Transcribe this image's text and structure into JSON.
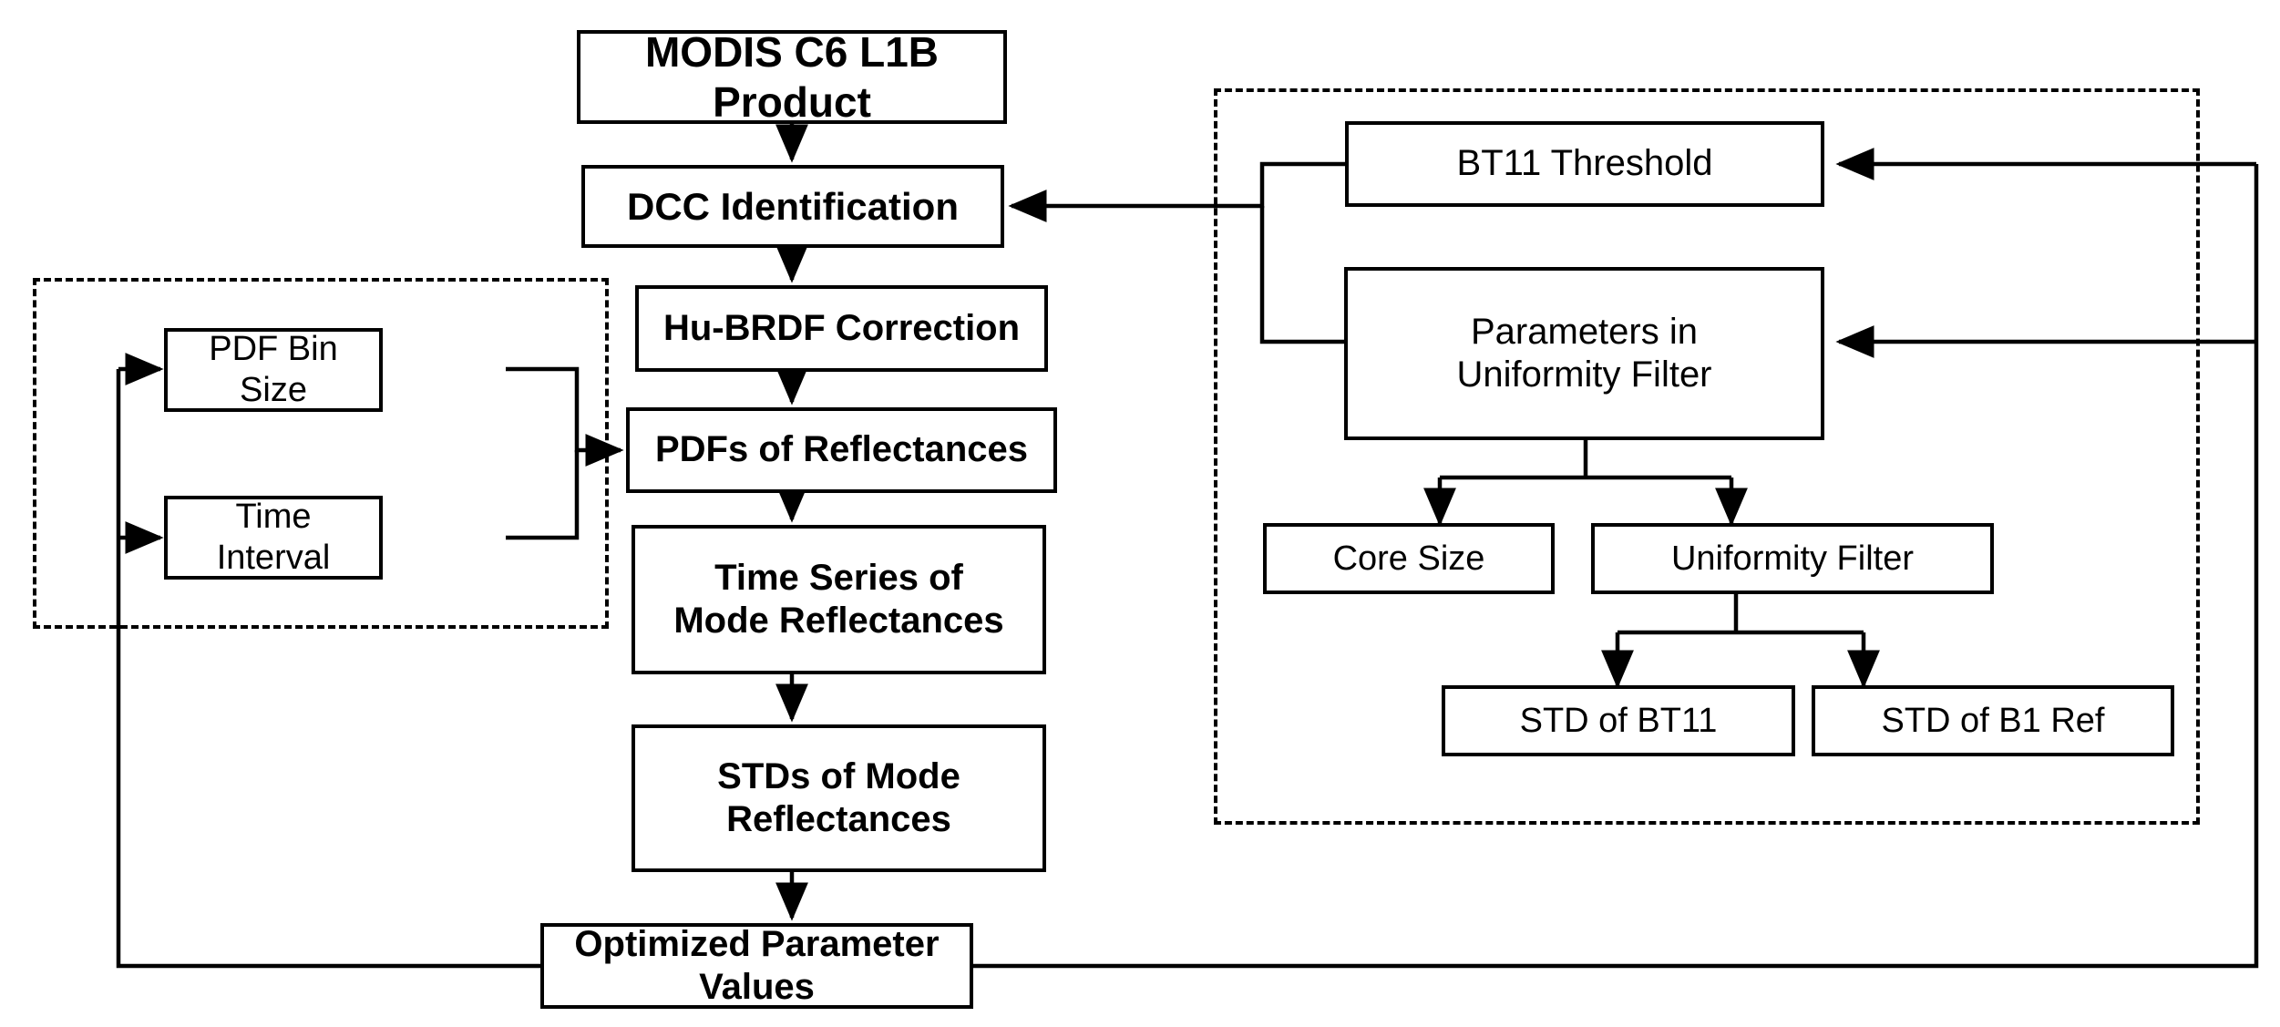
{
  "diagram": {
    "title": "DCC Calibration Processing Flowchart",
    "colors": {
      "stroke": "#000000",
      "fill": "#ffffff",
      "background": "#ffffff"
    },
    "groups": [
      {
        "id": "group-pdf-params",
        "name": "left-dashed-parameter-group",
        "style": "dashed"
      },
      {
        "id": "group-dcc-params",
        "name": "right-dashed-parameter-group",
        "style": "dashed"
      }
    ],
    "nodes": [
      {
        "id": "modis",
        "label": "MODIS C6 L1B Product",
        "weight": "bold"
      },
      {
        "id": "dcc",
        "label": "DCC Identification",
        "weight": "bold"
      },
      {
        "id": "hubrdf",
        "label": "Hu-BRDF Correction",
        "weight": "bold"
      },
      {
        "id": "pdfs",
        "label": "PDFs of Reflectances",
        "weight": "bold"
      },
      {
        "id": "timeseries",
        "label": "Time Series of\nMode Reflectances",
        "weight": "bold"
      },
      {
        "id": "stds",
        "label": "STDs of Mode\nReflectances",
        "weight": "bold"
      },
      {
        "id": "optimized",
        "label": "Optimized Parameter Values",
        "weight": "bold"
      },
      {
        "id": "binsize",
        "label": "PDF Bin Size",
        "weight": "normal"
      },
      {
        "id": "interval",
        "label": "Time Interval",
        "weight": "normal"
      },
      {
        "id": "bt11thr",
        "label": "BT11 Threshold",
        "weight": "normal"
      },
      {
        "id": "paramsuf",
        "label": "Parameters in\nUniformity Filter",
        "weight": "normal"
      },
      {
        "id": "coresize",
        "label": "Core Size",
        "weight": "normal"
      },
      {
        "id": "unifilter",
        "label": "Uniformity Filter",
        "weight": "normal"
      },
      {
        "id": "stdbt11",
        "label": "STD of BT11",
        "weight": "normal"
      },
      {
        "id": "stdb1ref",
        "label": "STD of B1 Ref",
        "weight": "normal"
      }
    ],
    "edges": [
      {
        "from": "modis",
        "to": "dcc",
        "arrow": true
      },
      {
        "from": "dcc",
        "to": "hubrdf",
        "arrow": true
      },
      {
        "from": "hubrdf",
        "to": "pdfs",
        "arrow": true
      },
      {
        "from": "pdfs",
        "to": "timeseries",
        "arrow": true
      },
      {
        "from": "timeseries",
        "to": "stds",
        "arrow": true
      },
      {
        "from": "stds",
        "to": "optimized",
        "arrow": true
      },
      {
        "from": "binsize",
        "to": "pdfs",
        "arrow": true
      },
      {
        "from": "interval",
        "to": "pdfs",
        "arrow": true
      },
      {
        "from": "bt11thr",
        "to": "dcc",
        "arrow": true
      },
      {
        "from": "paramsuf",
        "to": "dcc",
        "arrow": true
      },
      {
        "from": "paramsuf",
        "to": "coresize",
        "arrow": true
      },
      {
        "from": "paramsuf",
        "to": "unifilter",
        "arrow": true
      },
      {
        "from": "unifilter",
        "to": "stdbt11",
        "arrow": true
      },
      {
        "from": "unifilter",
        "to": "stdb1ref",
        "arrow": true
      },
      {
        "from": "optimized",
        "to": "binsize",
        "arrow": true
      },
      {
        "from": "optimized",
        "to": "interval",
        "arrow": true
      },
      {
        "from": "optimized",
        "to": "bt11thr",
        "arrow": true
      },
      {
        "from": "optimized",
        "to": "paramsuf",
        "arrow": true
      }
    ]
  }
}
